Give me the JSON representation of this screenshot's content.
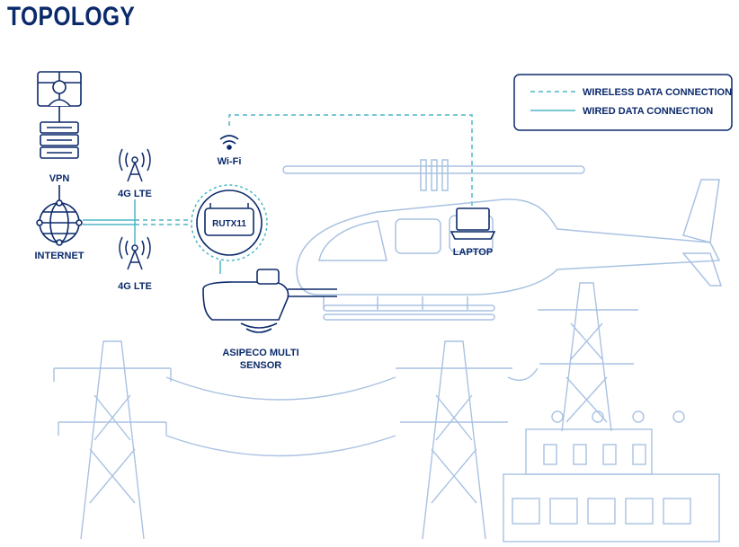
{
  "title": "TOPOLOGY",
  "legend": {
    "wireless": "WIRELESS DATA CONNECTION",
    "wired": "WIRED DATA CONNECTION"
  },
  "nodes": {
    "vpn": "VPN",
    "internet": "INTERNET",
    "lte_top": "4G LTE",
    "lte_bottom": "4G LTE",
    "wifi": "Wi-Fi",
    "router": "RUTX11",
    "laptop": "LAPTOP",
    "sensor_line1": "ASIPECO MULTI",
    "sensor_line2": "SENSOR"
  },
  "colors": {
    "navy": "#0b2a6b",
    "teal": "#4db6c6",
    "light_blue": "#a9c2e2",
    "outline": "#274a86"
  }
}
